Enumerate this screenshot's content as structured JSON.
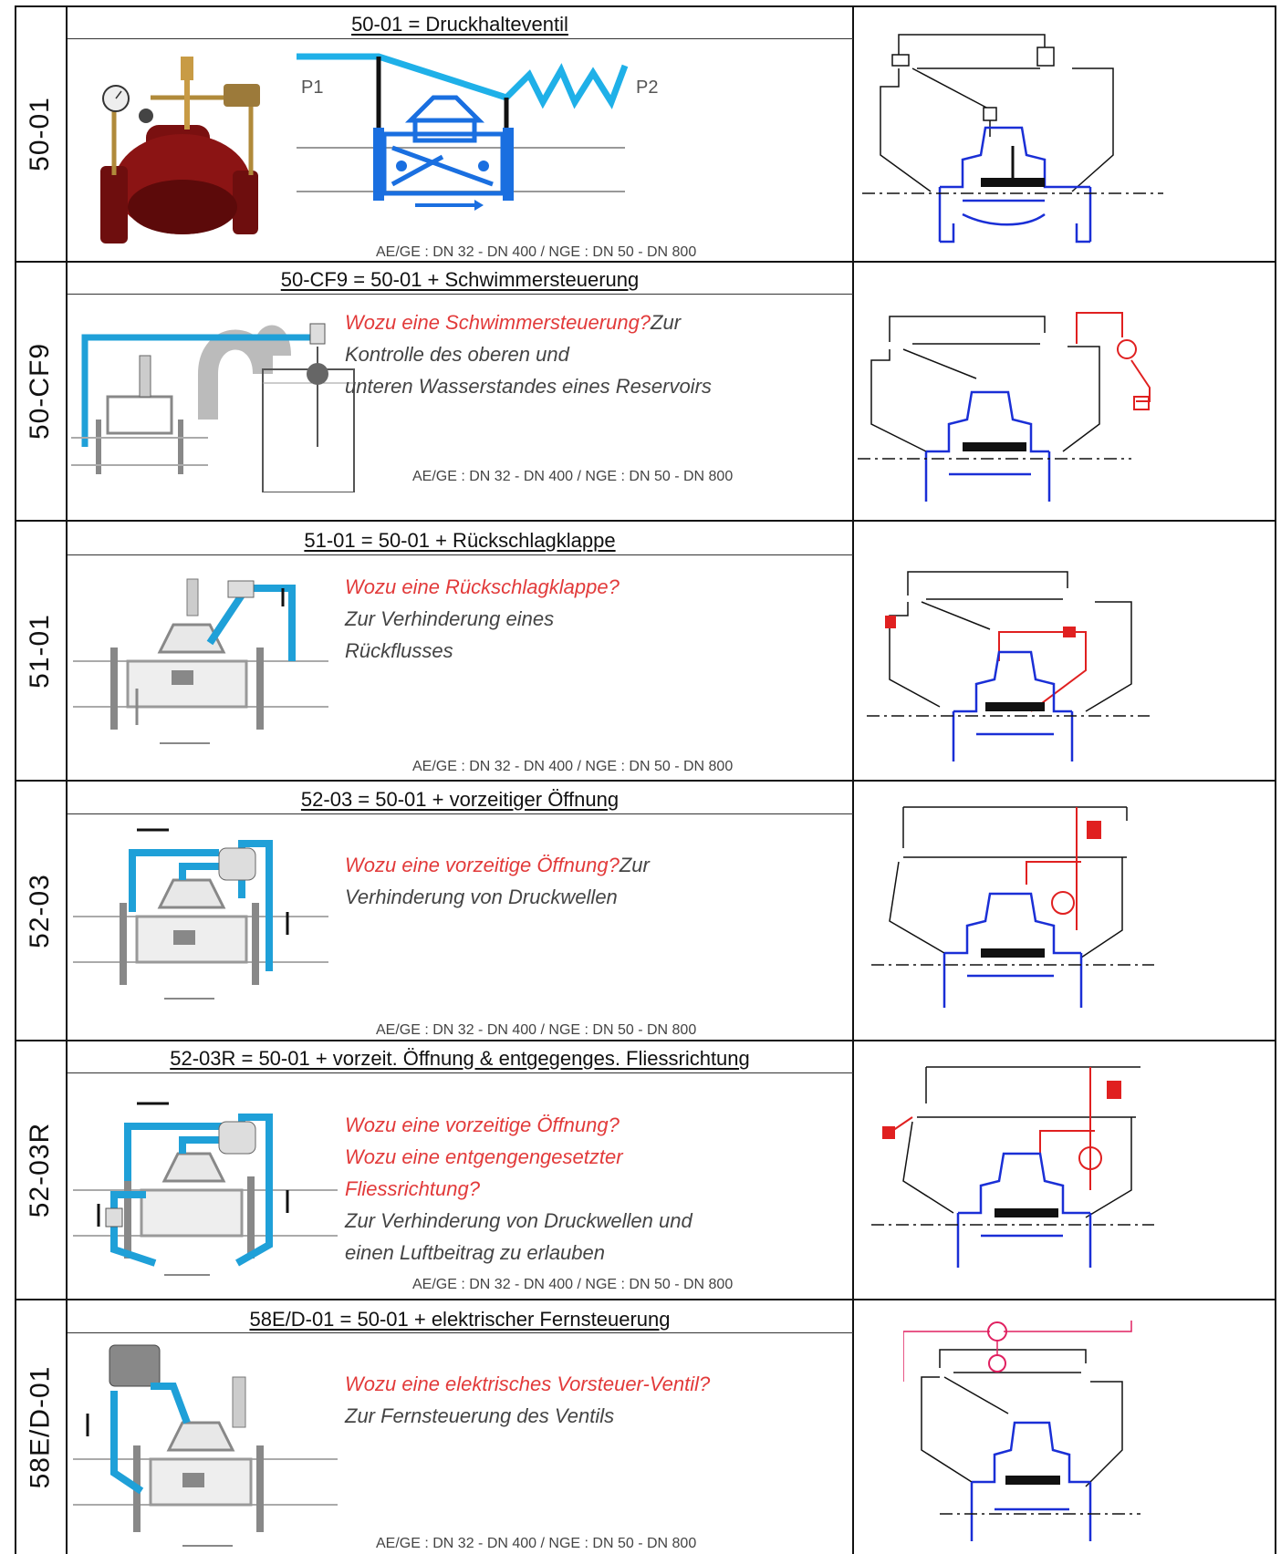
{
  "rows": [
    {
      "code": "50-01",
      "title": "50-01 = Druckhalteventil",
      "labels": {
        "p1": "P1",
        "p2": "P2"
      },
      "caption": "AE/GE : DN 32 - DN 400 / NGE : DN 50 - DN 800"
    },
    {
      "code": "50-CF9",
      "title": "50-CF9 = 50-01 + Schwimmersteuerung",
      "question": "Wozu eine Schwimmersteuerung?",
      "answer_inline": "Zur",
      "answer_lines": [
        "Kontrolle des oberen und",
        "unteren Wasserstandes eines Reservoirs"
      ],
      "caption": "AE/GE : DN 32 - DN 400 / NGE : DN 50 - DN 800"
    },
    {
      "code": "51-01",
      "title": "51-01 = 50-01 + Rückschlagklappe",
      "question": "Wozu eine Rückschlagklappe?",
      "answer_lines": [
        "Zur Verhinderung eines",
        "Rückflusses"
      ],
      "caption": "AE/GE : DN 32 - DN 400 / NGE : DN 50 - DN 800"
    },
    {
      "code": "52-03",
      "title": "52-03 = 50-01 + vorzeitiger Öffnung",
      "question": "Wozu eine vorzeitige Öffnung?",
      "answer_inline": "Zur",
      "answer_lines": [
        "Verhinderung von Druckwellen"
      ],
      "caption": "AE/GE : DN 32 - DN 400 / NGE : DN 50 - DN 800"
    },
    {
      "code": "52-03R",
      "title": "52-03R = 50-01 + vorzeit. Öffnung & entgegenges. Fliessrichtung",
      "questions": [
        "Wozu eine vorzeitige Öffnung?",
        "Wozu eine entgengengesetzter",
        "Fliessrichtung?"
      ],
      "answer_lines": [
        "Zur Verhinderung von Druckwellen und",
        "einen Luftbeitrag zu erlauben"
      ],
      "caption": "AE/GE : DN 32 - DN 400 / NGE : DN 50 - DN 800"
    },
    {
      "code": "58E/D-01",
      "title": "58E/D-01 = 50-01 + elektrischer Fernsteuerung",
      "question": "Wozu eine elektrisches Vorsteuer-Ventil?",
      "answer_lines": [
        "Zur Fernsteuerung des Ventils"
      ],
      "caption": "AE/GE : DN 32 - DN 400 / NGE : DN 50 - DN 800"
    }
  ],
  "colors": {
    "accent_red": "#e23a3a",
    "pipe_blue": "#2aa8e0",
    "schematic_blue": "#1a2fd6",
    "valve_red": "#7a1010"
  }
}
